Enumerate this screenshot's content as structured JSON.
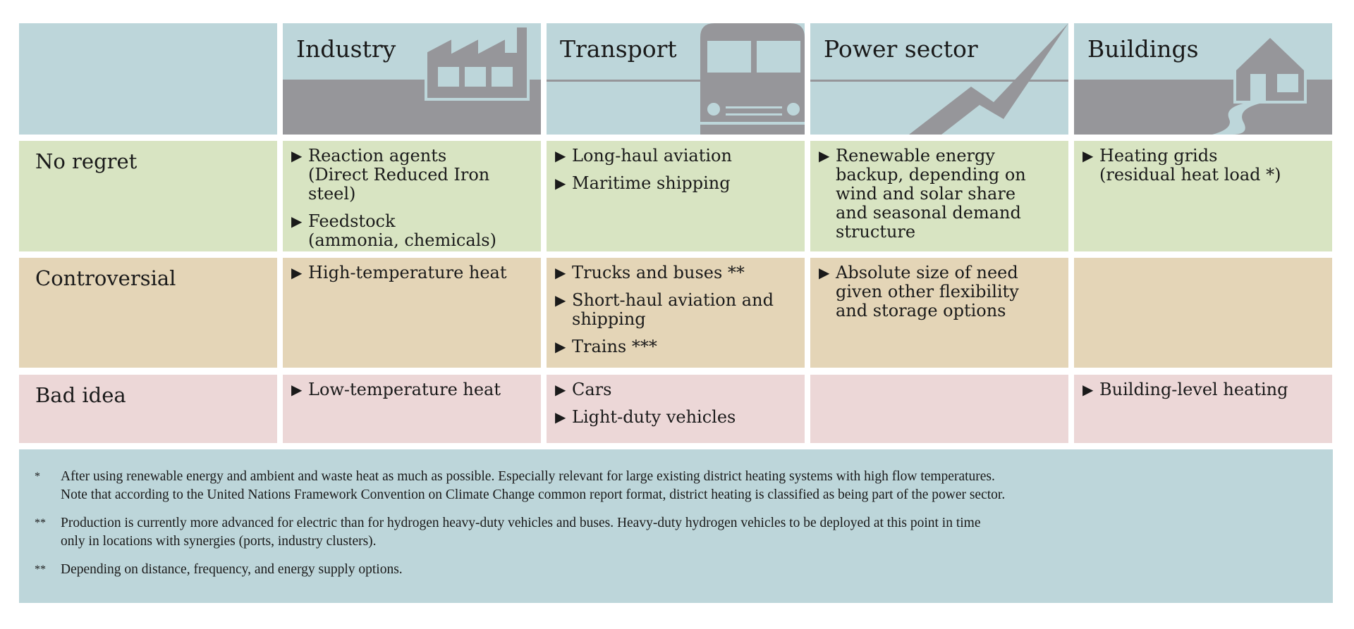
{
  "columns": [
    {
      "title": "Industry",
      "icon": "factory-icon"
    },
    {
      "title": "Transport",
      "icon": "bus-icon"
    },
    {
      "title": "Power sector",
      "icon": "lightning-bolt-icon"
    },
    {
      "title": "Buildings",
      "icon": "house-icon"
    }
  ],
  "rows": [
    {
      "label": "No regret",
      "color": "#d8e4c2",
      "cells": [
        [
          "Reaction agents\n(Direct Reduced Iron steel)",
          "Feedstock\n(ammonia, chemicals)"
        ],
        [
          "Long-haul aviation",
          "Maritime shipping"
        ],
        [
          "Renewable energy\nbackup, depending on\nwind and solar share\nand seasonal demand\nstructure"
        ],
        [
          "Heating grids\n(residual heat load *)"
        ]
      ]
    },
    {
      "label": "Controversial",
      "color": "#e4d5b7",
      "cells": [
        [
          "High-temperature heat"
        ],
        [
          "Trucks and buses **",
          "Short-haul aviation and\nshipping",
          "Trains ***"
        ],
        [
          "Absolute size of need\ngiven other flexibility\nand storage options"
        ],
        []
      ]
    },
    {
      "label": "Bad idea",
      "color": "#ecd7d7",
      "cells": [
        [
          "Low-temperature heat"
        ],
        [
          "Cars",
          "Light-duty vehicles"
        ],
        [],
        [
          "Building-level heating"
        ]
      ]
    }
  ],
  "footnotes": [
    {
      "mark": "*",
      "text": "After using renewable energy and ambient and waste heat as much as possible. Especially relevant for large existing district heating systems with high flow temperatures.\nNote that according to the United Nations Framework Convention on Climate Change common report format, district heating is classified as being part of the power sector."
    },
    {
      "mark": "**",
      "text": "Production is currently more advanced for electric than for hydrogen heavy-duty vehicles and buses. Heavy-duty hydrogen vehicles to be deployed at this point in time\nonly in locations with synergies (ports, industry clusters)."
    },
    {
      "mark": "**",
      "text": "Depending on distance, frequency, and energy supply options."
    }
  ],
  "colors": {
    "header_blue": "#bdd6da",
    "icon_gray": "#96969a",
    "no_regret": "#d8e4c2",
    "controversial": "#e4d5b7",
    "bad_idea": "#ecd7d7"
  }
}
